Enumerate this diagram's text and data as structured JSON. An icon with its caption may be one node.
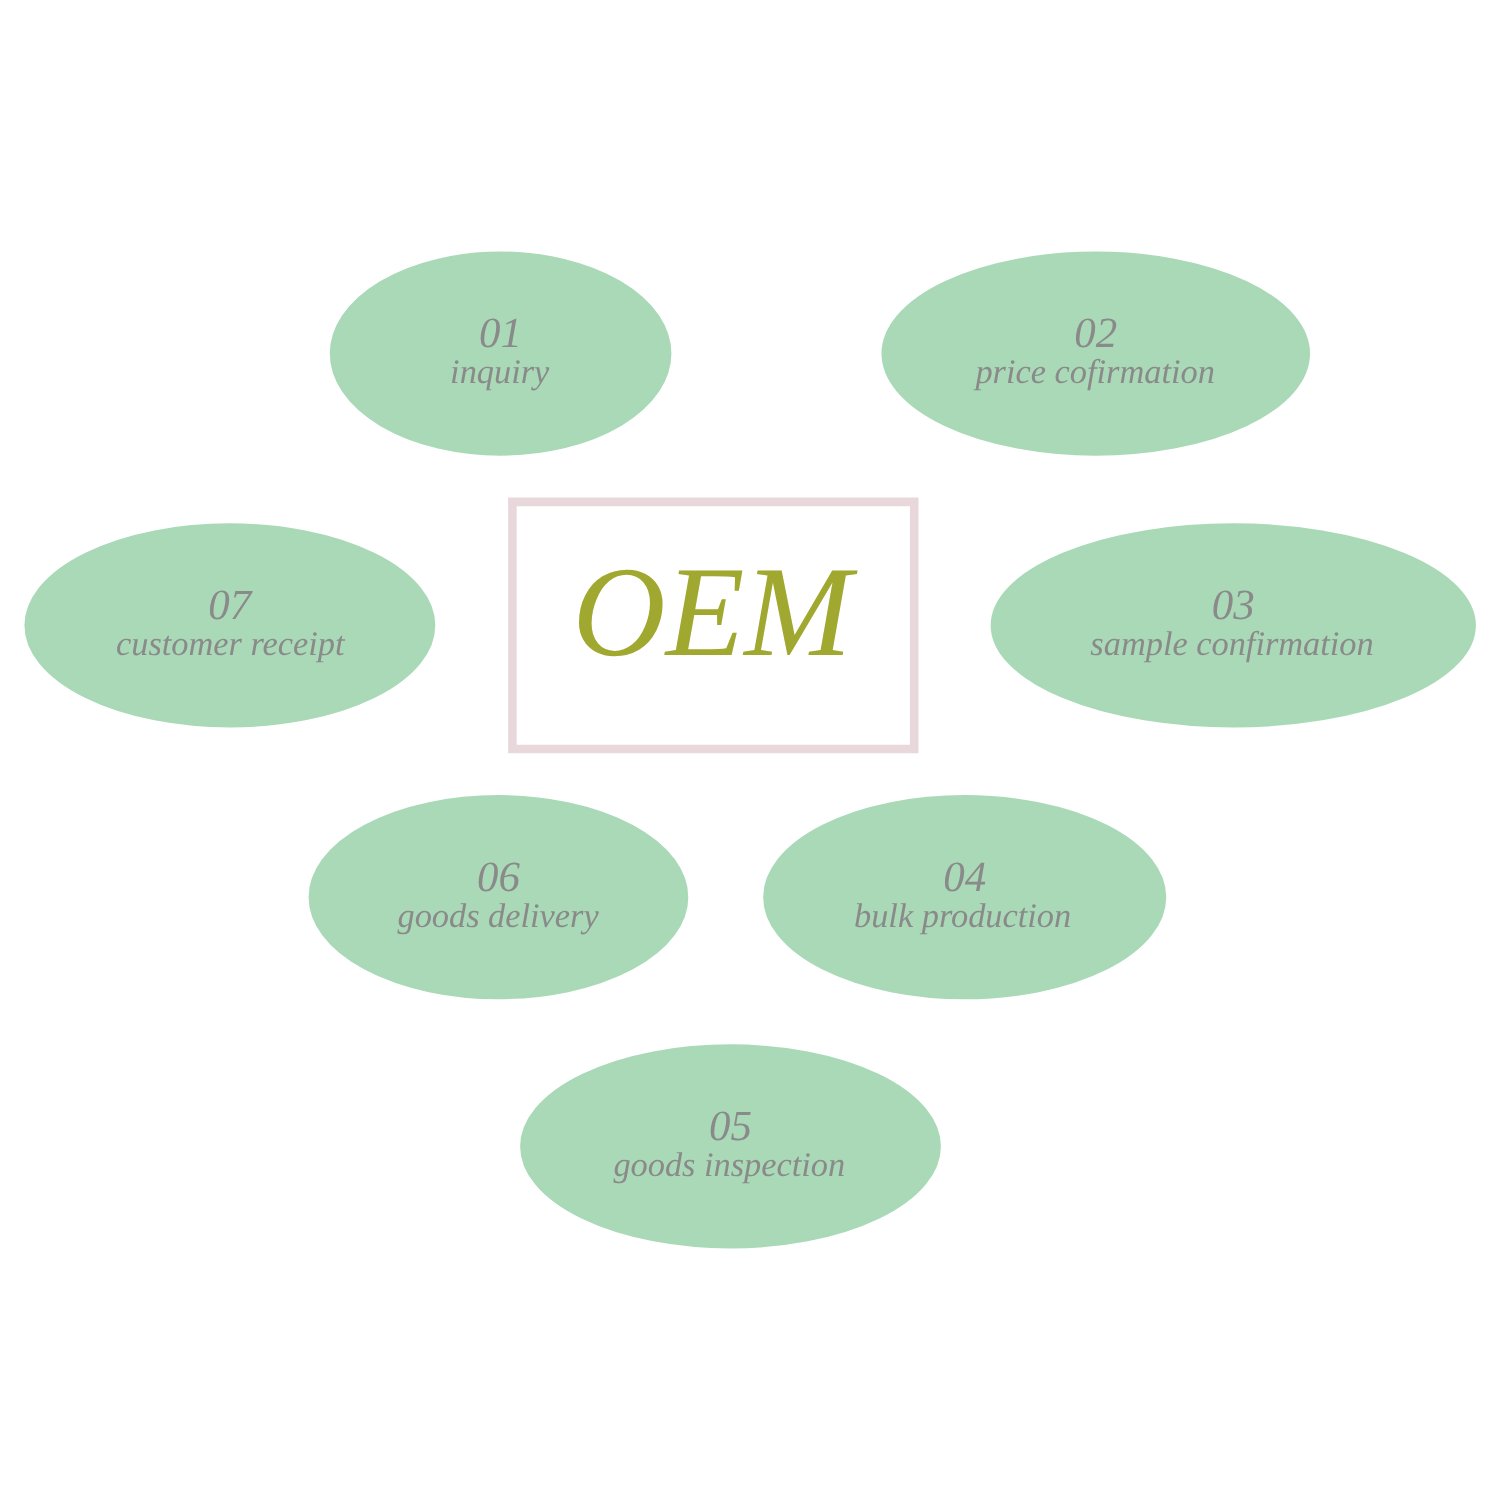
{
  "diagram": {
    "nodes": [
      {
        "text": [
          "OEM"
        ]
      },
      {
        "text": [
          "01",
          "inquiry"
        ]
      },
      {
        "text": [
          "02",
          "price cofirmation"
        ]
      },
      {
        "text": [
          "03",
          "sample confirmation"
        ]
      },
      {
        "text": [
          "04",
          "bulk production"
        ]
      },
      {
        "text": [
          "05",
          "goods inspection"
        ]
      },
      {
        "text": [
          "06",
          "goods delivery"
        ]
      },
      {
        "text": [
          "07",
          "customer receipt"
        ]
      }
    ]
  }
}
